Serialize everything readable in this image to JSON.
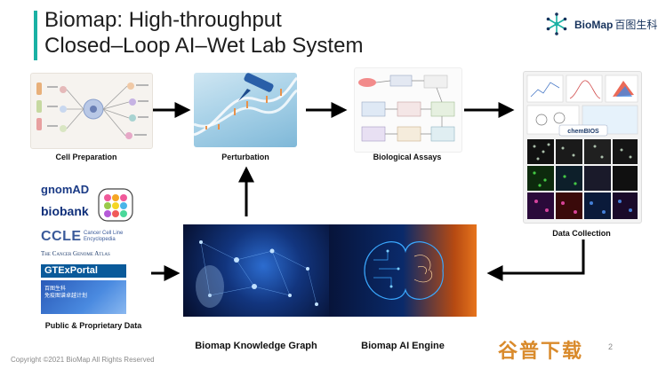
{
  "title": {
    "line1": "Biomap: High-throughput",
    "line2": "Closed–Loop AI–Wet Lab System"
  },
  "logo": {
    "text": "BioMap",
    "text_cn": "百图生科"
  },
  "panels": {
    "cell_preparation": "Cell Preparation",
    "perturbation": "Perturbation",
    "biological_assays": "Biological Assays",
    "data_collection": "Data Collection",
    "public_data": "Public & Proprietary Data",
    "knowledge_graph": "Biomap Knowledge Graph",
    "ai_engine": "Biomap AI Engine"
  },
  "data_sources": {
    "gnomad": "gnomAD",
    "biobank": "biobank",
    "ccle": "CCLE",
    "ccle_sub1": "Cancer Cell Line",
    "ccle_sub2": "Encyclopedia",
    "tcga": "The Cancer Genome Atlas",
    "gtex": "GTExPortal",
    "cn_project_1": "百图生科",
    "cn_project_2": "免疫图谱卓越计划"
  },
  "data_collection_badge": "chemBIOS",
  "footer": "Copyright ©2021 BioMap All Rights Reserved",
  "page_number": "2",
  "watermark": "谷普下载",
  "colors": {
    "accent": "#1ab1a4",
    "logo_navy": "#16325c",
    "arrow": "#000000"
  }
}
